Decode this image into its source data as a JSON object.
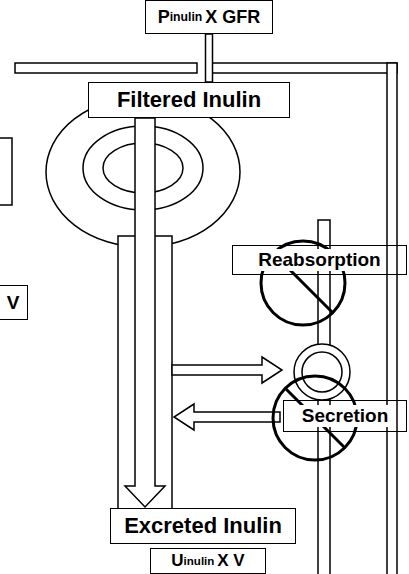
{
  "diagram": {
    "nodes": [
      {
        "text": [
          "P",
          "inulin",
          "X GFR"
        ]
      },
      {
        "text": [
          "Filtered Inulin"
        ]
      },
      {
        "text": [
          "Reabsorption"
        ]
      },
      {
        "text": [
          "V"
        ]
      },
      {
        "text": [
          "Secretion"
        ]
      },
      {
        "text": [
          "Excreted Inulin"
        ]
      },
      {
        "text": [
          "U",
          "inulin",
          "X V"
        ]
      }
    ],
    "edges": [
      {
        "from": 0,
        "to": 1,
        "arrow": "none"
      },
      {
        "from": 1,
        "to": 5,
        "arrow": "to"
      }
    ]
  }
}
